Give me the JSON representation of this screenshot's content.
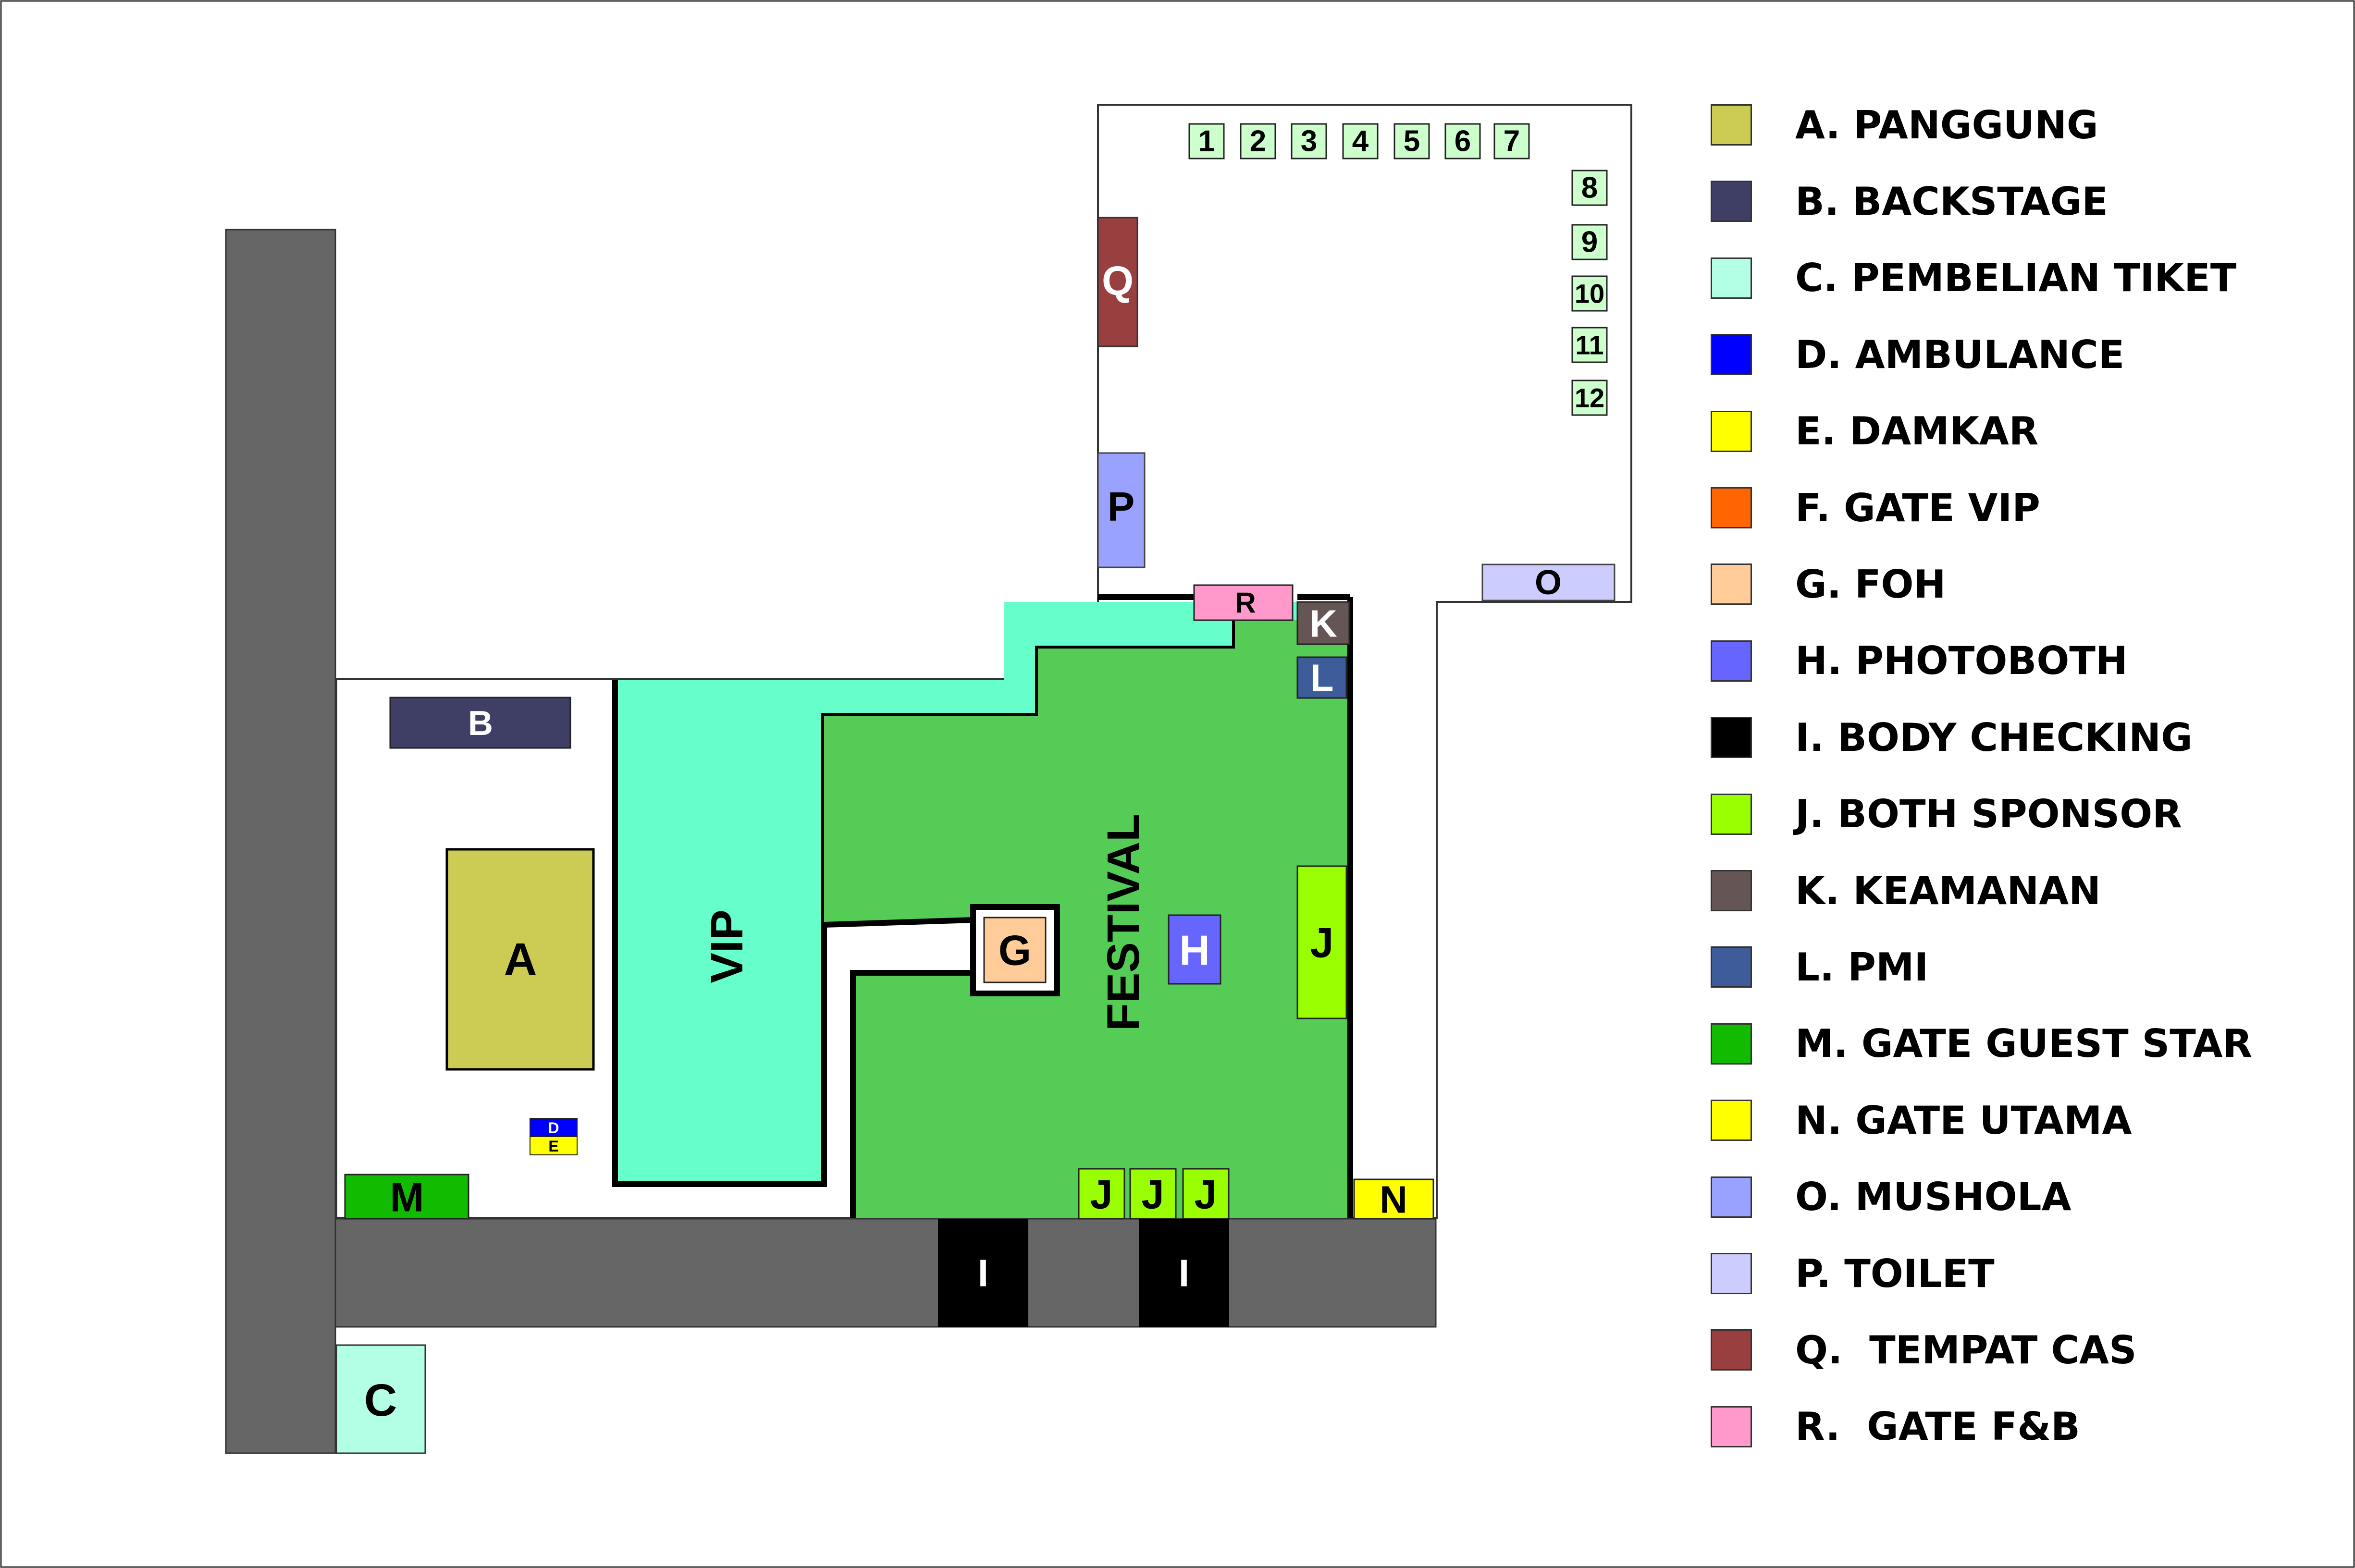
{
  "map": {
    "zones": {
      "vip": "VIP",
      "festival": "FESTIVAL"
    },
    "markers": {
      "a": "A",
      "b": "B",
      "c": "C",
      "d": "D",
      "e": "E",
      "g": "G",
      "h": "H",
      "i": "I",
      "j": "J",
      "k": "K",
      "l": "L",
      "m": "M",
      "n": "N",
      "o": "O",
      "p": "P",
      "q": "Q",
      "r": "R"
    },
    "stalls": [
      "1",
      "2",
      "3",
      "4",
      "5",
      "6",
      "7",
      "8",
      "9",
      "10",
      "11",
      "12"
    ]
  },
  "legend": [
    {
      "label": "A. PANGGUNG",
      "color": "#cccc55"
    },
    {
      "label": "B. BACKSTAGE",
      "color": "#3f3f66"
    },
    {
      "label": "C. PEMBELIAN TIKET",
      "color": "#b3ffe6"
    },
    {
      "label": "D. AMBULANCE",
      "color": "#0000ff"
    },
    {
      "label": "E. DAMKAR",
      "color": "#ffff00"
    },
    {
      "label": "F. GATE VIP",
      "color": "#ff6600"
    },
    {
      "label": "G. FOH",
      "color": "#ffcc99"
    },
    {
      "label": "H. PHOTOBOTH",
      "color": "#6666ff"
    },
    {
      "label": "I. BODY CHECKING",
      "color": "#000000"
    },
    {
      "label": "J. BOTH SPONSOR",
      "color": "#99ff00"
    },
    {
      "label": "K. KEAMANAN",
      "color": "#665555"
    },
    {
      "label": "L. PMI",
      "color": "#3d5c99"
    },
    {
      "label": "M. GATE GUEST STAR",
      "color": "#11bb00"
    },
    {
      "label": "N. GATE UTAMA",
      "color": "#ffff00"
    },
    {
      "label": "O. MUSHOLA",
      "color": "#99a3ff"
    },
    {
      "label": "P. TOILET",
      "color": "#ccccff"
    },
    {
      "label": "Q.  TEMPAT CAS",
      "color": "#993f3f"
    },
    {
      "label": "R.  GATE F&B",
      "color": "#ff99cc"
    }
  ],
  "colors": {
    "road": "#666666",
    "vip_area": "#66ffcc",
    "festival_area": "#55cc55",
    "stall_fill": "#ccffcc"
  }
}
